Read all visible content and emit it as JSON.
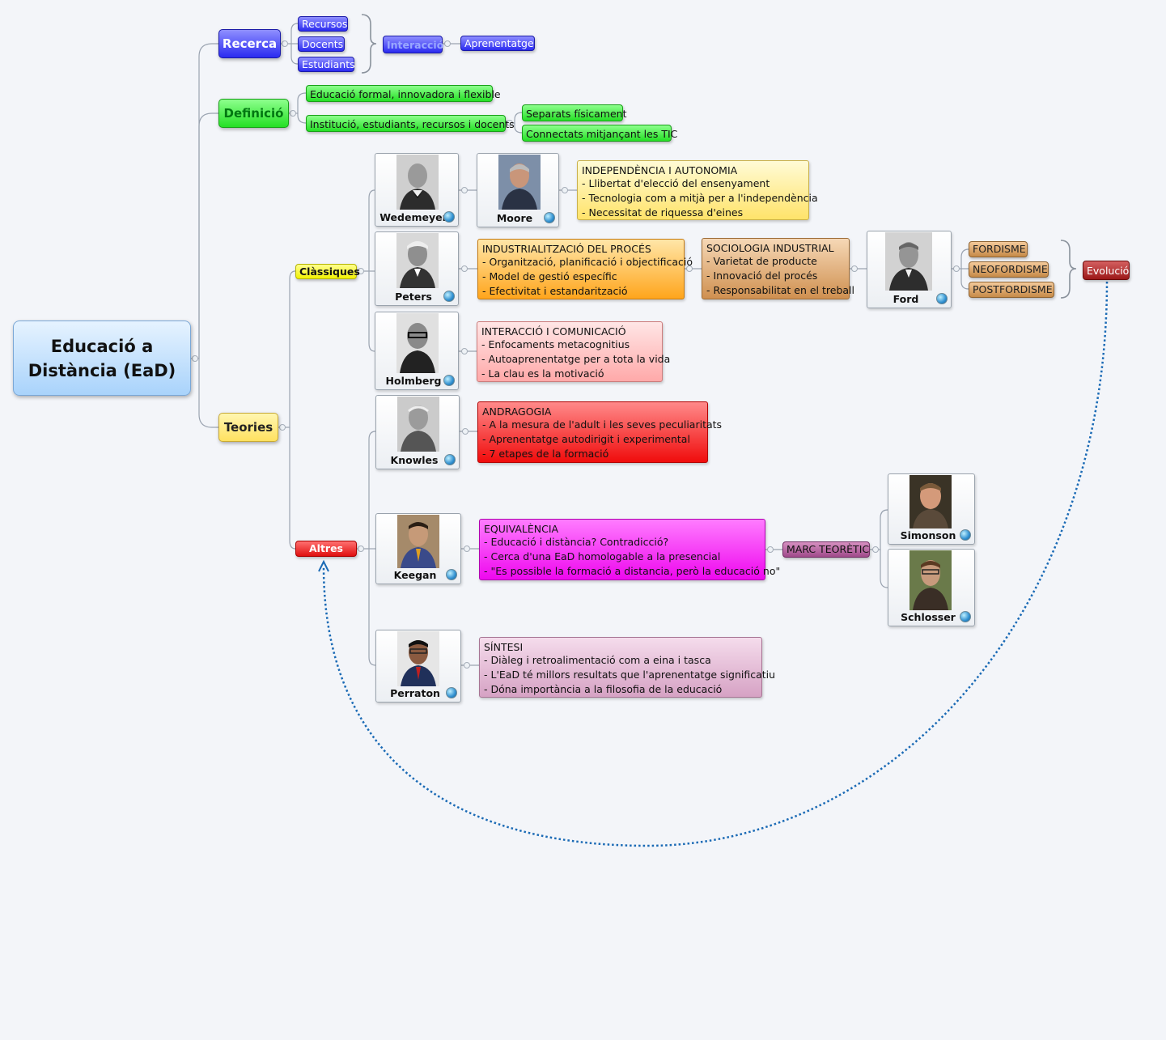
{
  "root": {
    "label": "Educació a Distància (EaD)"
  },
  "branches": {
    "recerca": {
      "label": "Recerca",
      "items": [
        "Recursos",
        "Docents",
        "Estudiants"
      ],
      "interaccio": "Interacció",
      "aprenentatge": "Aprenentatge"
    },
    "definicio": {
      "label": "Definició",
      "educacio": "Educació formal, innovadora i flexible",
      "institucio": "Institució, estudiants, recursos i docents",
      "separats": "Separats físicament",
      "connectats": "Connectats mitjançant les TIC"
    },
    "teories": {
      "label": "Teories",
      "classiques": "Clàssiques",
      "altres": "Altres"
    }
  },
  "people": {
    "wedemeyer": "Wedemeyer",
    "moore": "Moore",
    "peters": "Peters",
    "holmberg": "Holmberg",
    "knowles": "Knowles",
    "keegan": "Keegan",
    "perraton": "Perraton",
    "ford": "Ford",
    "simonson": "Simonson",
    "schlosser": "Schlosser"
  },
  "notes": {
    "independencia": {
      "title": "INDEPENDÈNCIA I AUTONOMIA",
      "lines": [
        "- Llibertat d'elecció del ensenyament",
        "- Tecnologia com a mitjà per a l'independència",
        "- Necessitat de riquessa d'eines"
      ]
    },
    "industrialitzacio": {
      "title": "INDUSTRIALITZACIÓ DEL PROCÉS",
      "lines": [
        "- Organització, planificació i objectificació",
        "- Model de gestió específic",
        "- Efectivitat i estandarització"
      ]
    },
    "sociologia": {
      "title": "SOCIOLOGIA INDUSTRIAL",
      "lines": [
        "- Varietat de producte",
        "- Innovació del procés",
        "- Responsabilitat en el treball"
      ]
    },
    "interaccio": {
      "title": "INTERACCIÓ I COMUNICACIÓ",
      "lines": [
        "- Enfocaments metacognitius",
        "- Autoaprenentatge per a tota la vida",
        "- La clau es la motivació"
      ]
    },
    "andragogia": {
      "title": "ANDRAGOGIA",
      "lines": [
        "- A la mesura de l'adult i les seves peculiaritats",
        "- Aprenentatge autodirigit i experimental",
        "- 7 etapes de la formació"
      ]
    },
    "equivalencia": {
      "title": "EQUIVALÈNCIA",
      "lines": [
        "- Educació i distància? Contradicció?",
        "- Cerca d'una EaD homologable a la presencial",
        "- \"Es possible la formació a distancia, però la educació no\""
      ]
    },
    "sintesi": {
      "title": "SÍNTESI",
      "lines": [
        "- Diàleg i retroalimentació com a eina i tasca",
        "- L'EaD  té millors resultats que l'aprenentatge significatiu",
        "- Dóna importància a la filosofia de la educació"
      ]
    }
  },
  "fordism": [
    "FORDISME",
    "NEOFORDISME",
    "POSTFORDISME"
  ],
  "evolucio": "Evolució",
  "marc": "MARC TEORÈTIC",
  "colors": {
    "connector": "#9aa3b0",
    "relationship": "#1a6ab5"
  }
}
